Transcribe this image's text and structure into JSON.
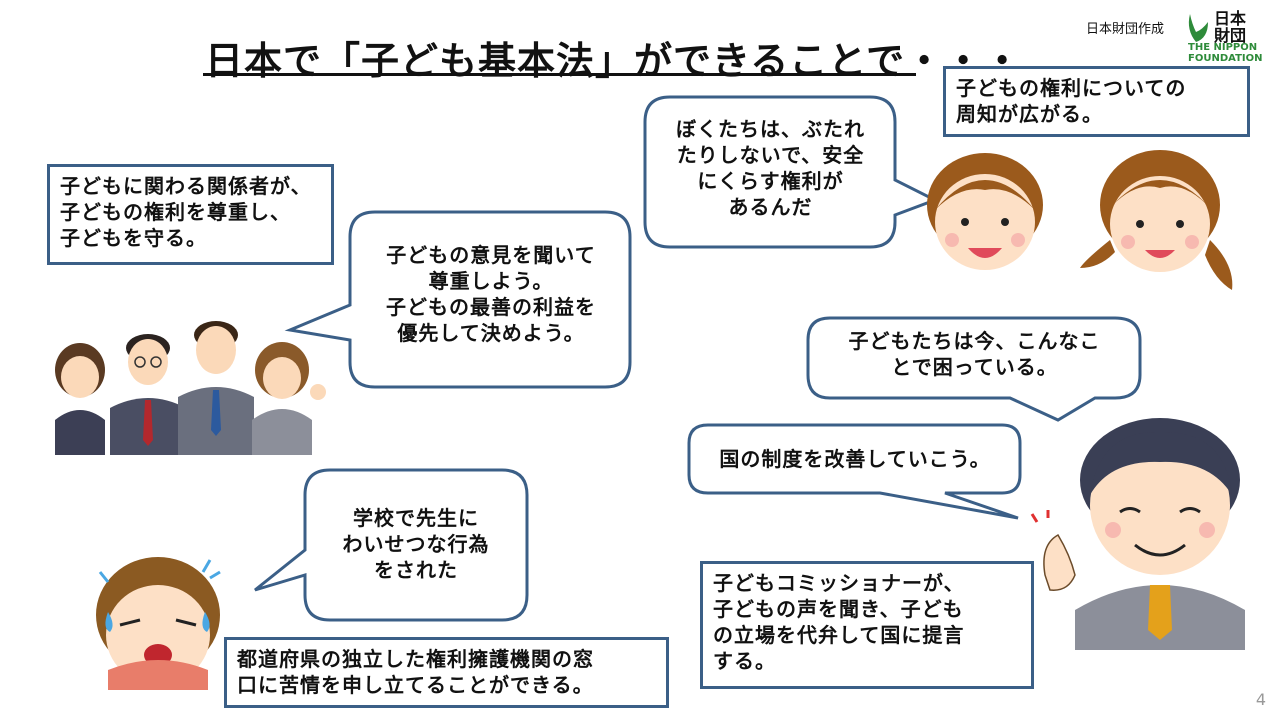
{
  "header": {
    "title": "日本で「子ども基本法」ができることで・・・",
    "creator": "日本財団作成",
    "logo_jp": "日本財団",
    "logo_en_line1": "THE NIPPON",
    "logo_en_line2": "FOUNDATION"
  },
  "boxes": {
    "stakeholders": [
      "子どもに関わる関係者が、",
      "子どもの権利を尊重し、",
      "子どもを守る。"
    ],
    "awareness": [
      "子どもの権利についての",
      "周知が広がる。"
    ],
    "prefecture": [
      "都道府県の独立した権利擁護機関の窓",
      "口に苦情を申し立てることができる。"
    ],
    "commissioner": [
      "子どもコミッショナーが、",
      "子どもの声を聞き、子ども",
      "の立場を代弁して国に提言",
      "する。"
    ]
  },
  "bubbles": {
    "adults": [
      "子どもの意見を聞いて",
      "尊重しよう。",
      "子どもの最善の利益を",
      "優先して決めよう。"
    ],
    "kids": [
      "ぼくたちは、ぶたれ",
      "たりしないで、安全",
      "にくらす権利が",
      "あるんだ"
    ],
    "troubled": [
      "子どもたちは今、こんなこ",
      "とで困っている。"
    ],
    "improve": [
      "国の制度を改善していこう。"
    ],
    "school": [
      "学校で先生に",
      "わいせつな行為",
      "をされた"
    ]
  },
  "page_number": "4"
}
